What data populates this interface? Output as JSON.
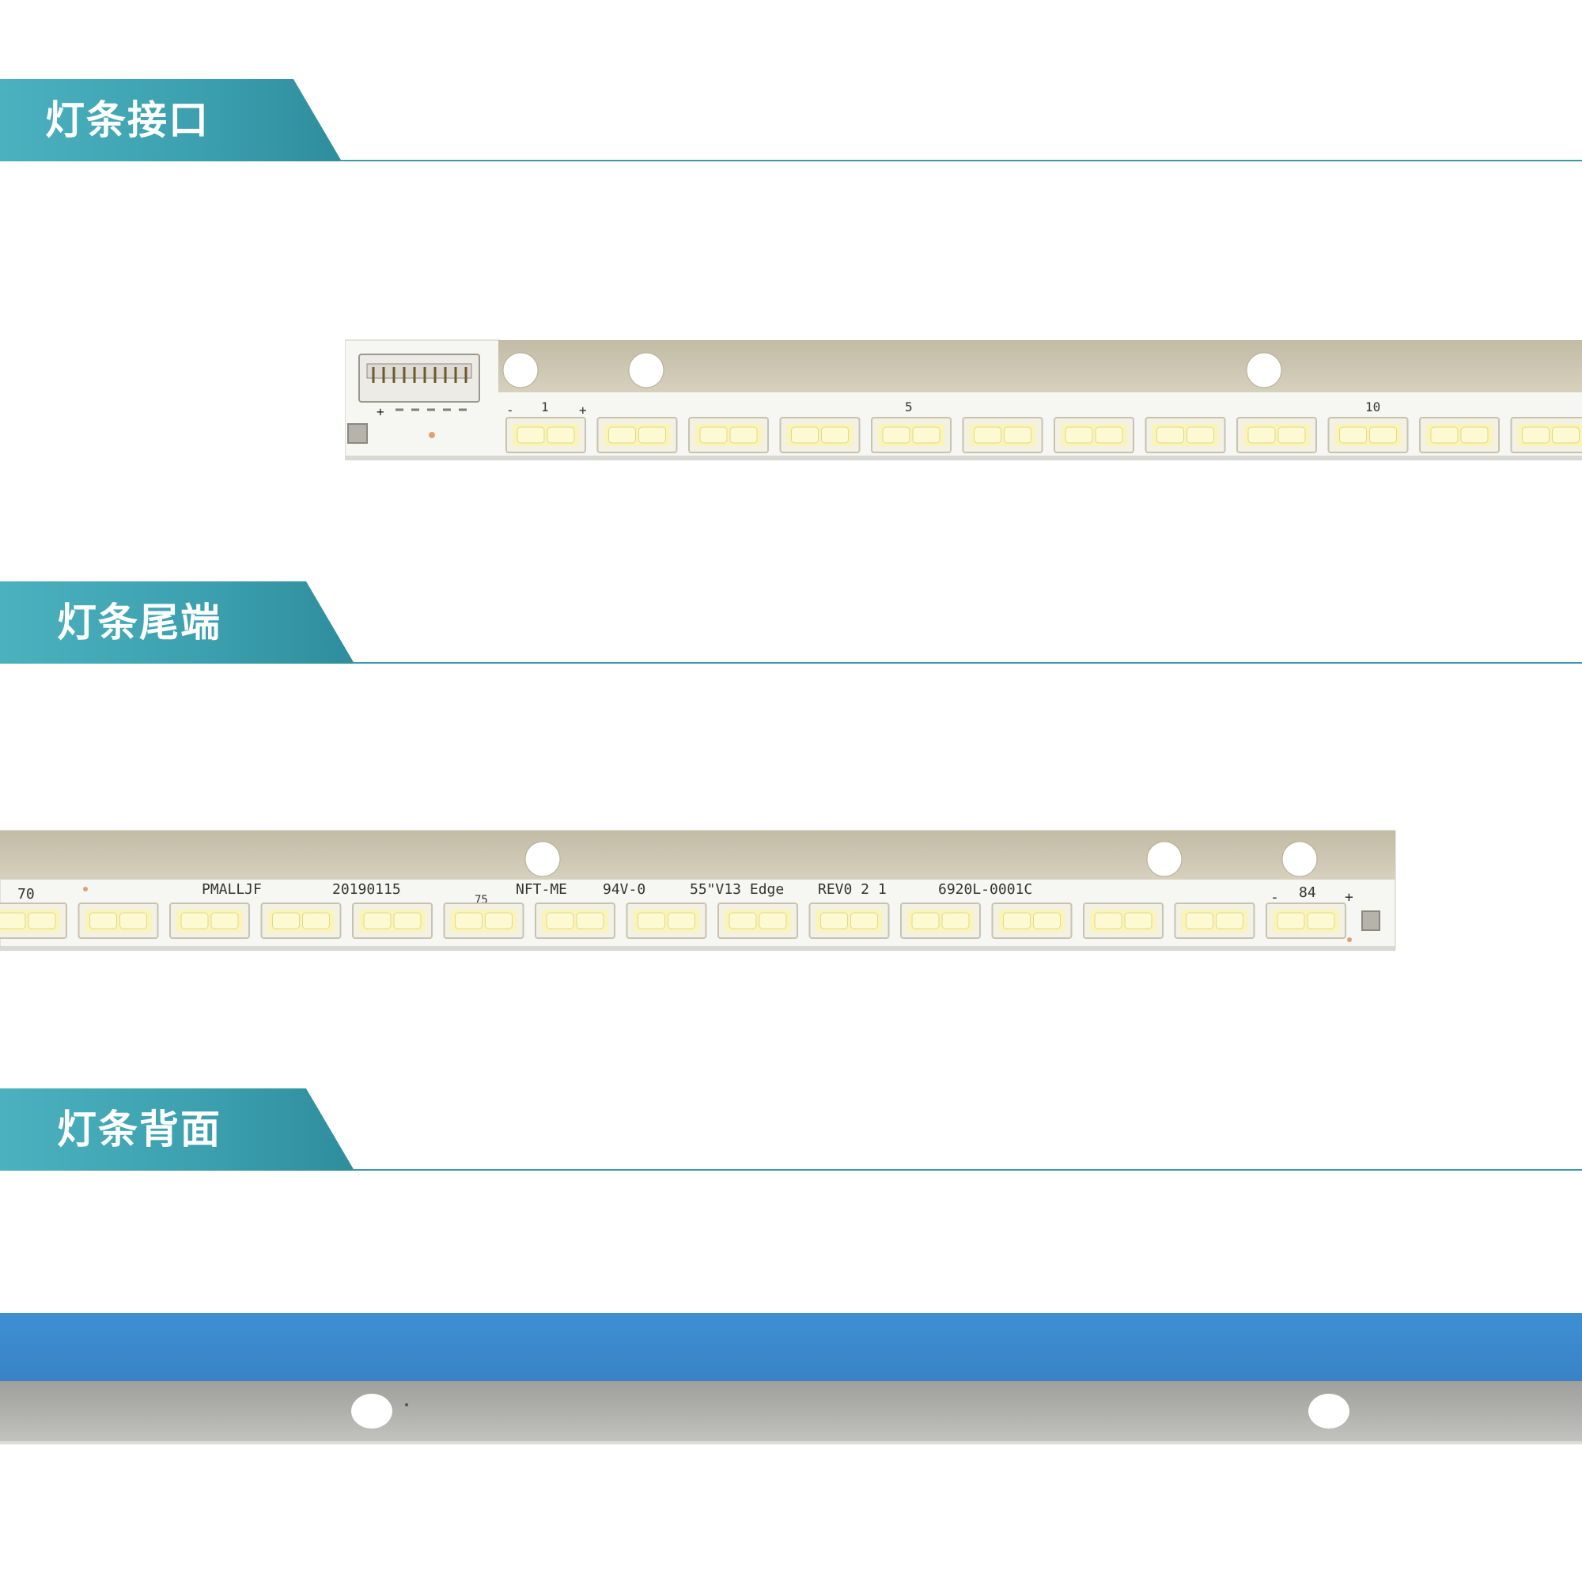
{
  "sections": [
    {
      "title": "灯条接口"
    },
    {
      "title": "灯条尾端"
    },
    {
      "title": "灯条背面"
    }
  ],
  "strip_front": {
    "connector_marks": {
      "plus": "+"
    },
    "led_markers": {
      "minus": "-",
      "one": "1",
      "plus": "+",
      "five": "5",
      "ten": "10"
    }
  },
  "strip_tail": {
    "labels": {
      "n70": "70",
      "pmalljf": "PMALLJF",
      "date": "20190115",
      "n75": "75",
      "nft": "NFT-ME",
      "rating": "94V-0",
      "model": "55\"V13 Edge",
      "rev": "REV0 2 1",
      "part": "6920L-0001C",
      "minus": "-",
      "n84": "84",
      "plus": "+"
    }
  },
  "colors": {
    "header_teal": "#3b9fae",
    "pcb_white": "#f6f6f2",
    "metal_tan": "#cbc4af",
    "led_yellow": "#faf4b8",
    "tape_blue": "#3d8ad0",
    "aluminum": "#a9aaa6"
  }
}
